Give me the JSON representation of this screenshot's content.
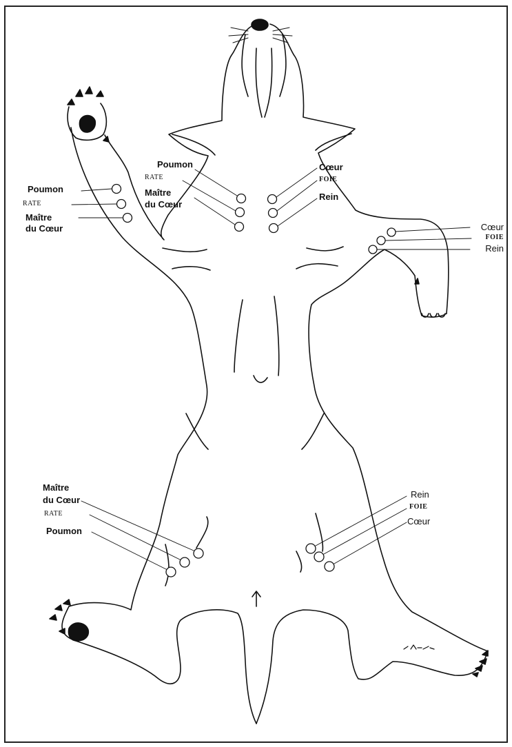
{
  "labels": {
    "foreleg_right_of_dog": {
      "poumon": "Poumon",
      "rate": "RATE",
      "maitre_l1": "Maître",
      "maitre_l2": "du Cœur"
    },
    "neck_left": {
      "poumon": "Poumon",
      "rate": "RATE",
      "maitre_l1": "Maître",
      "maitre_l2": "du Cœur"
    },
    "neck_right": {
      "coeur": "Cœur",
      "foie": "FOIE",
      "rein": "Rein"
    },
    "foreleg_left_of_dog": {
      "coeur": "Cœur",
      "foie": "FOIE",
      "rein": "Rein"
    },
    "hind_left": {
      "maitre_l1": "Maître",
      "maitre_l2": "du Cœur",
      "rate": "RATE",
      "poumon": "Poumon"
    },
    "hind_right": {
      "rein": "Rein",
      "foie": "FOIE",
      "coeur": "Cœur"
    }
  },
  "colors": {
    "ink": "#111111",
    "paper": "#ffffff"
  }
}
